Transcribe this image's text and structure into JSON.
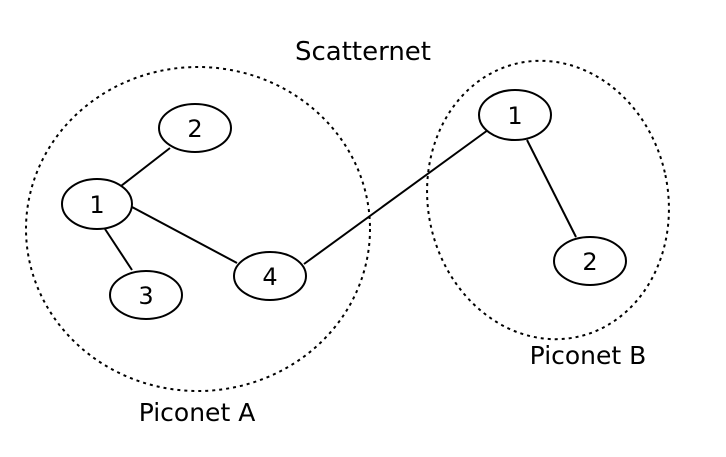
{
  "diagram": {
    "title": "Scatternet",
    "piconet_a": {
      "label": "Piconet A",
      "nodes": [
        "1",
        "2",
        "3",
        "4"
      ]
    },
    "piconet_b": {
      "label": "Piconet B",
      "nodes": [
        "1",
        "2"
      ]
    }
  }
}
